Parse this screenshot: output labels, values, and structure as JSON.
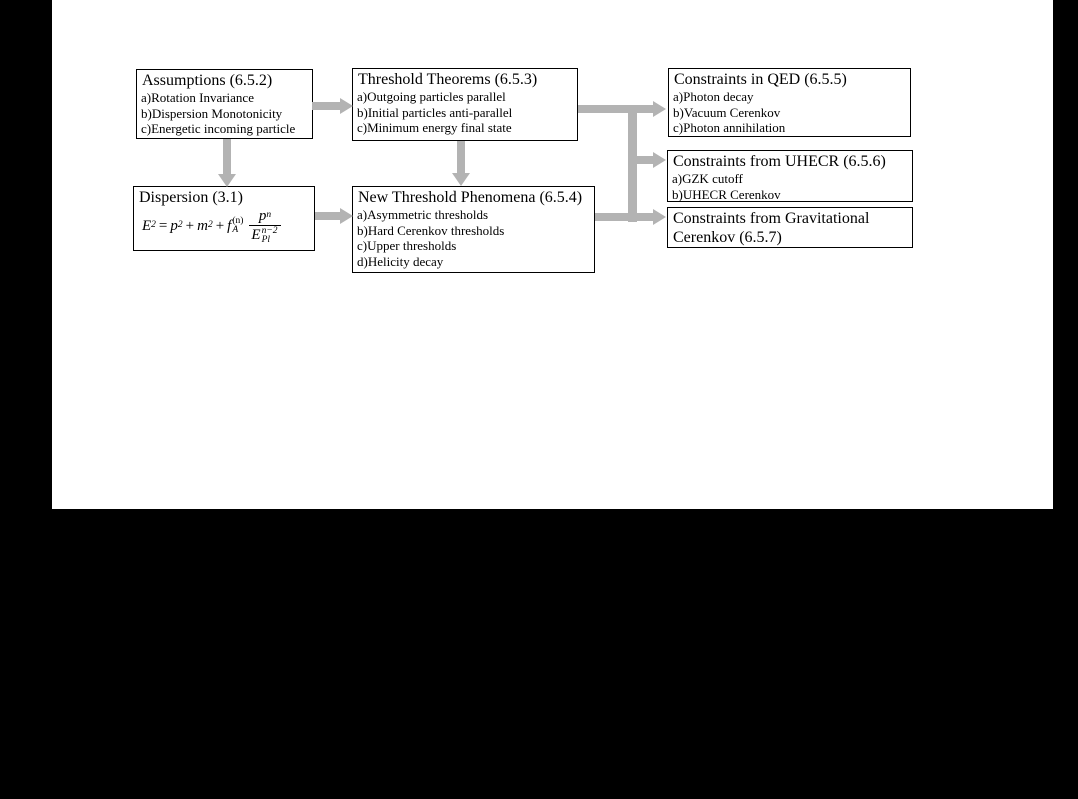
{
  "figure": {
    "background": "#000000",
    "canvas_color": "#ffffff",
    "arrow_color": "#b3b3b3",
    "border_color": "#000000",
    "text_color": "#000000"
  },
  "boxes": {
    "assumptions": {
      "title": "Assumptions (6.5.2)",
      "items": [
        "a)Rotation Invariance",
        "b)Dispersion Monotonicity",
        "c)Energetic incoming particle"
      ]
    },
    "threshold_theorems": {
      "title": "Threshold Theorems (6.5.3)",
      "items": [
        "a)Outgoing particles parallel",
        "b)Initial particles anti-parallel",
        "c)Minimum energy final state"
      ]
    },
    "constraints_qed": {
      "title": "Constraints in QED (6.5.5)",
      "items": [
        "a)Photon decay",
        "b)Vacuum Cerenkov",
        "c)Photon annihilation"
      ]
    },
    "constraints_uhecr": {
      "title": "Constraints from UHECR (6.5.6)",
      "items": [
        "a)GZK cutoff",
        "b)UHECR Cerenkov"
      ]
    },
    "constraints_grav": {
      "title_line1": "Constraints from Gravitational",
      "title_line2": "Cerenkov (6.5.7)"
    },
    "dispersion": {
      "title": "Dispersion (3.1)",
      "equation": {
        "E": "E",
        "E_sup": "2",
        "equals": "=",
        "p": "p",
        "p_sup": "2",
        "plus1": "+",
        "m": "m",
        "m_sup": "2",
        "plus2": "+",
        "f": "f",
        "f_sup": "(n)",
        "f_sub": "A",
        "num": "p",
        "num_sup": "n",
        "den": "E",
        "den_sup": "n−2",
        "den_sub": "Pl"
      }
    },
    "new_threshold": {
      "title": "New Threshold Phenomena (6.5.4)",
      "items": [
        "a)Asymmetric thresholds",
        "b)Hard Cerenkov thresholds",
        "c)Upper thresholds",
        "d)Helicity decay"
      ]
    }
  },
  "connections": [
    {
      "from": "assumptions",
      "to": "threshold_theorems"
    },
    {
      "from": "assumptions",
      "to": "dispersion"
    },
    {
      "from": "threshold_theorems",
      "to": "new_threshold"
    },
    {
      "from": "dispersion",
      "to": "new_threshold"
    },
    {
      "from": "threshold_theorems",
      "to": "constraints_qed"
    },
    {
      "from": "bracket",
      "to": "constraints_uhecr"
    },
    {
      "from": "new_threshold",
      "to": "constraints_grav"
    }
  ]
}
